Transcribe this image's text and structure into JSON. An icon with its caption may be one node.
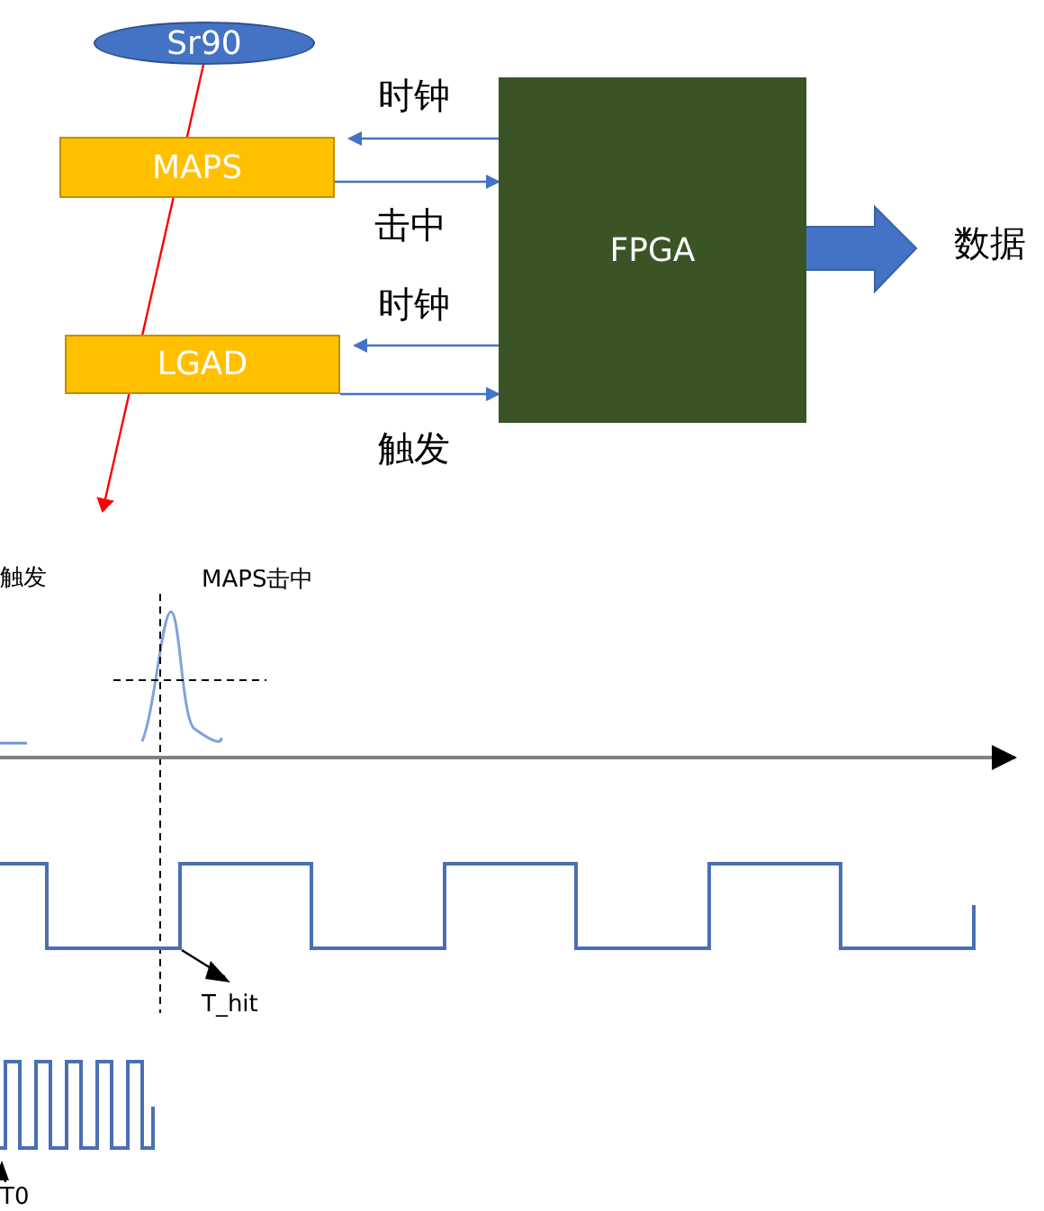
{
  "diagram": {
    "nodes": [
      {
        "text": [
          "Sr90"
        ]
      },
      {
        "text": [
          "MAPS"
        ]
      },
      {
        "text": [
          "LGAD"
        ]
      },
      {
        "text": [
          "FPGA"
        ]
      },
      {
        "text": [
          "数据"
        ]
      },
      {
        "text": [
          "T_hit"
        ]
      },
      {
        "text": [
          "T0"
        ]
      },
      {
        "text": [],
        "shape": "picture"
      },
      {
        "text": [],
        "shape": "picture"
      }
    ],
    "edges": [
      {
        "from": 3,
        "to": 1,
        "arrow": "to",
        "label": "时钟"
      },
      {
        "from": 1,
        "to": 3,
        "arrow": "to",
        "label": "击中"
      },
      {
        "from": 3,
        "to": 2,
        "arrow": "to",
        "label": "时钟"
      },
      {
        "from": 2,
        "to": 3,
        "arrow": "to",
        "label": "触发"
      },
      {
        "from": 3,
        "to": 4,
        "arrow": "to",
        "style": "thick"
      },
      {
        "from": 0,
        "to": null,
        "arrow": "to",
        "color": "#ff0000"
      },
      {
        "from": 7,
        "to": 5,
        "arrow": "to",
        "color": "#000000"
      },
      {
        "from": 6,
        "to": 8,
        "arrow": "to",
        "color": "#000000"
      }
    ],
    "labels": [
      "触发",
      "MAPS击中"
    ]
  }
}
